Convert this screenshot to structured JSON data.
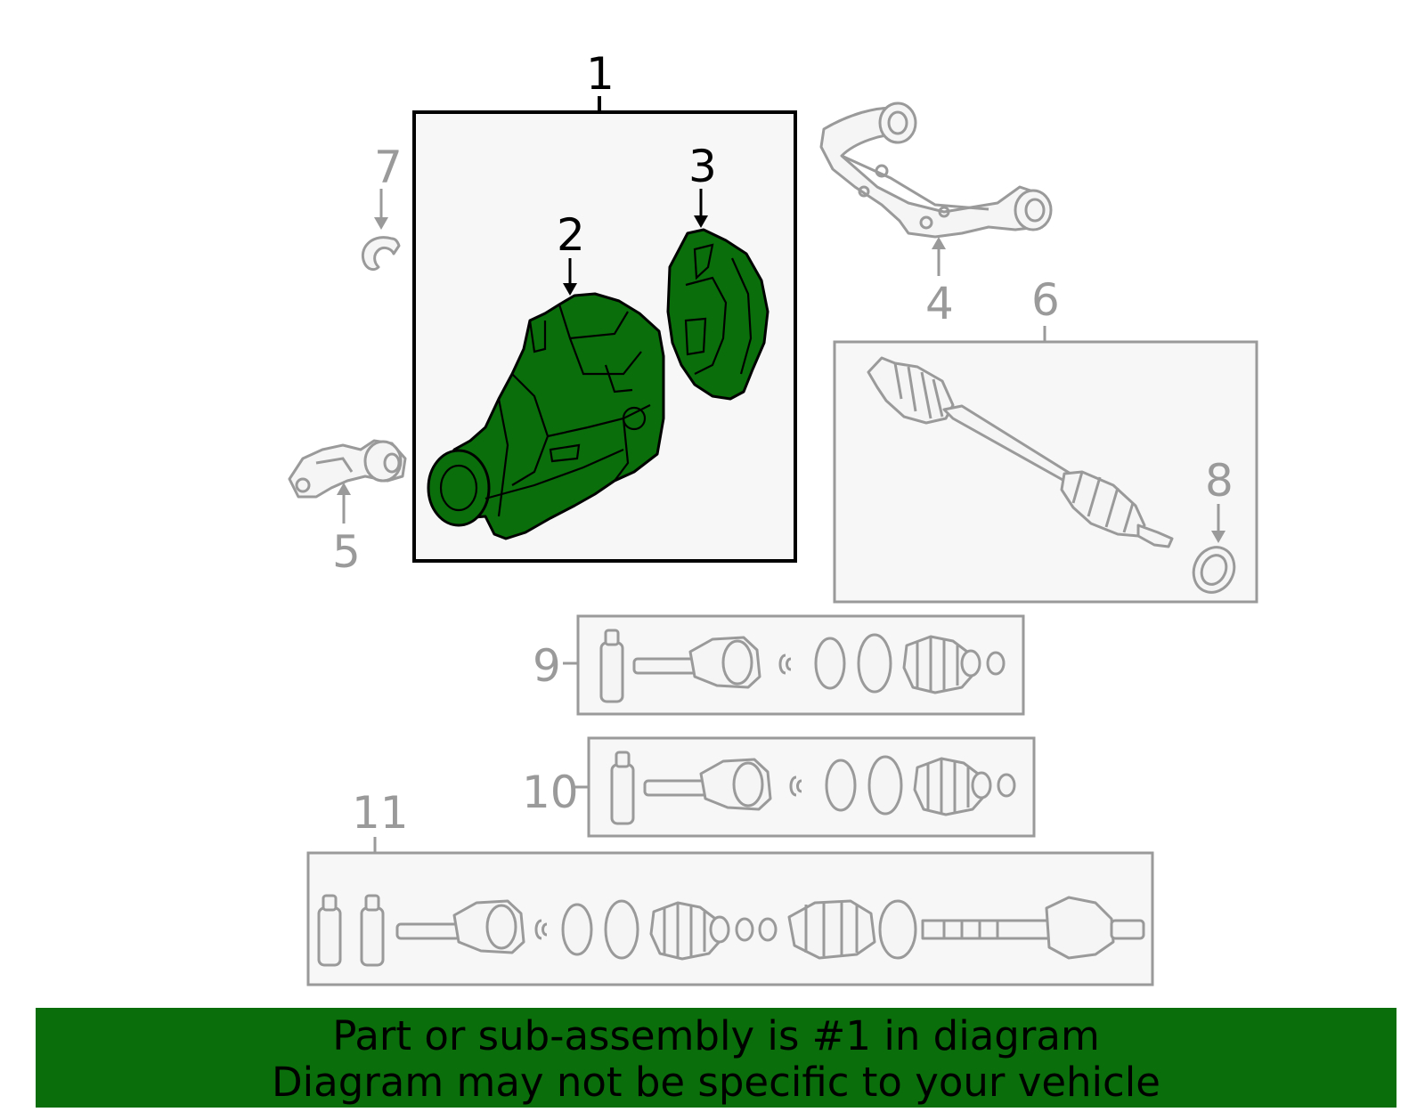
{
  "callouts": {
    "c1": "1",
    "c2": "2",
    "c3": "3",
    "c4": "4",
    "c5": "5",
    "c6": "6",
    "c7": "7",
    "c8": "8",
    "c9": "9",
    "c10": "10",
    "c11": "11"
  },
  "banner": {
    "line1": "Part or sub-assembly is #1 in diagram",
    "line2": "Diagram may not be specific to your vehicle"
  },
  "colors": {
    "highlight": "#0a6e0a",
    "outline_dark": "#000000",
    "outline_grey": "#9a9a9a",
    "box_fill": "#f7f7f7"
  }
}
